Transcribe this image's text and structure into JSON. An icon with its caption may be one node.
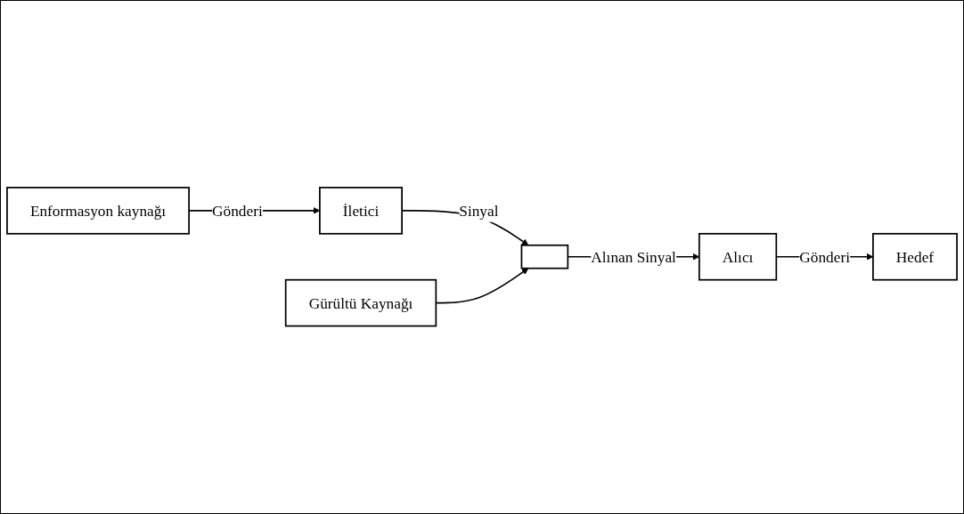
{
  "diagram": {
    "nodes": [
      {
        "text": [
          "Enformasyon kaynağı"
        ]
      },
      {
        "text": [
          "İletici"
        ]
      },
      {
        "text": [],
        "shape": "box"
      },
      {
        "text": [
          "Alıcı"
        ]
      },
      {
        "text": [
          "Hedef"
        ]
      },
      {
        "text": [
          "Gürültü Kaynağı"
        ]
      }
    ],
    "edges": [
      {
        "from": 0,
        "to": 1,
        "arrow": "to",
        "label": "Gönderi"
      },
      {
        "from": 1,
        "to": 2,
        "arrow": "to",
        "label": "Sinyal"
      },
      {
        "from": 2,
        "to": 3,
        "arrow": "to",
        "label": "Alınan Sinyal"
      },
      {
        "from": 3,
        "to": 4,
        "arrow": "to",
        "label": "Gönderi"
      },
      {
        "from": 5,
        "to": 2,
        "arrow": "to"
      }
    ]
  }
}
